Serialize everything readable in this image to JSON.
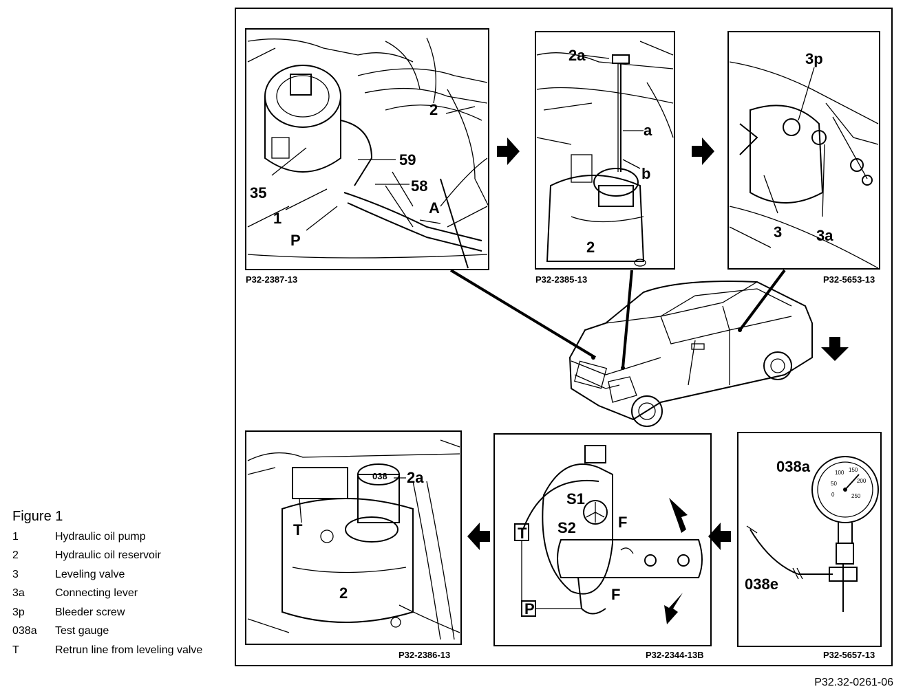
{
  "legend": {
    "title": "Figure 1",
    "items": [
      {
        "code": "1",
        "text": "Hydraulic oil pump"
      },
      {
        "code": "2",
        "text": "Hydraulic oil reservoir"
      },
      {
        "code": "3",
        "text": "Leveling valve"
      },
      {
        "code": "3a",
        "text": "Connecting lever"
      },
      {
        "code": "3p",
        "text": "Bleeder screw"
      },
      {
        "code": "038a",
        "text": "Test gauge"
      },
      {
        "code": "T",
        "text": "Retrun line from leveling valve"
      }
    ]
  },
  "figure_ref": "P32.32-0261-06",
  "panels": {
    "p1": {
      "ref": "P32-2387-13",
      "labels": {
        "l35": "35",
        "l1": "1",
        "lP": "P",
        "l59": "59",
        "l58": "58",
        "lA": "A",
        "l2": "2"
      }
    },
    "p2": {
      "ref": "P32-2385-13",
      "labels": {
        "l2a": "2a",
        "la": "a",
        "lb": "b",
        "l2": "2"
      }
    },
    "p3": {
      "ref": "P32-5653-13",
      "labels": {
        "l3p": "3p",
        "l3": "3",
        "l3a": "3a"
      }
    },
    "p4": {
      "ref": "P32-2386-13",
      "labels": {
        "lT": "T",
        "l2a": "2a",
        "l2": "2",
        "l038": "038"
      }
    },
    "p5": {
      "ref": "P32-2344-13B",
      "labels": {
        "lS1": "S1",
        "lS2": "S2",
        "lT": "T",
        "lP": "P",
        "lF1": "F",
        "lF2": "F"
      }
    },
    "p6": {
      "ref": "P32-5657-13",
      "labels": {
        "l038a": "038a",
        "l038e": "038e",
        "t50": "50",
        "t100": "100",
        "t150": "150",
        "t200": "200",
        "t250": "250",
        "t0": "0"
      }
    }
  },
  "icons": {
    "flow_arrow": "arrow-right-icon",
    "down_arrow": "arrow-down-icon",
    "left_arrow": "arrow-left-icon"
  }
}
